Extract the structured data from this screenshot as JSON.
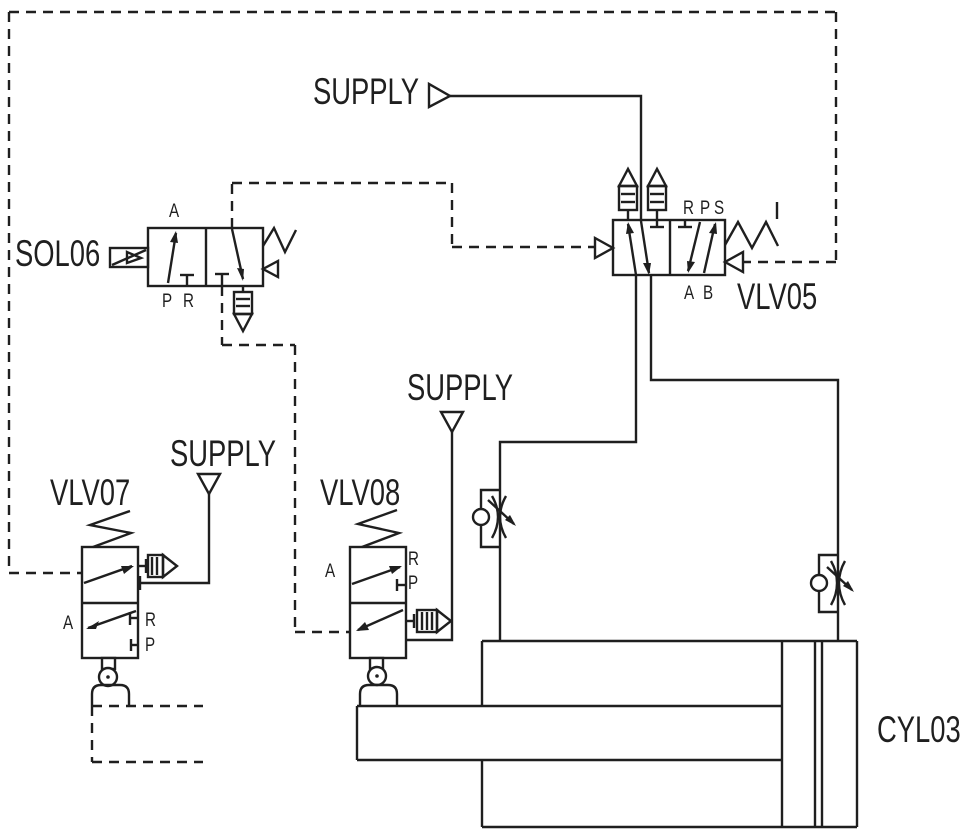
{
  "colors": {
    "background": "#ffffff",
    "line": "#1f1f1f"
  },
  "supplies": {
    "top": "SUPPLY",
    "left": "SUPPLY",
    "mid": "SUPPLY"
  },
  "components": {
    "sol06": {
      "label": "SOL06",
      "ports": {
        "a": "A",
        "p": "P",
        "r": "R"
      }
    },
    "vlv05": {
      "label": "VLV05",
      "ports": {
        "r": "R",
        "p": "P",
        "s": "S",
        "a": "A",
        "b": "B",
        "tick": "I"
      }
    },
    "vlv07": {
      "label": "VLV07",
      "ports": {
        "a": "A",
        "r": "R",
        "p": "P"
      }
    },
    "vlv08": {
      "label": "VLV08",
      "ports": {
        "a": "A",
        "r": "R",
        "p": "P"
      }
    },
    "cyl03": {
      "label": "CYL03"
    }
  }
}
